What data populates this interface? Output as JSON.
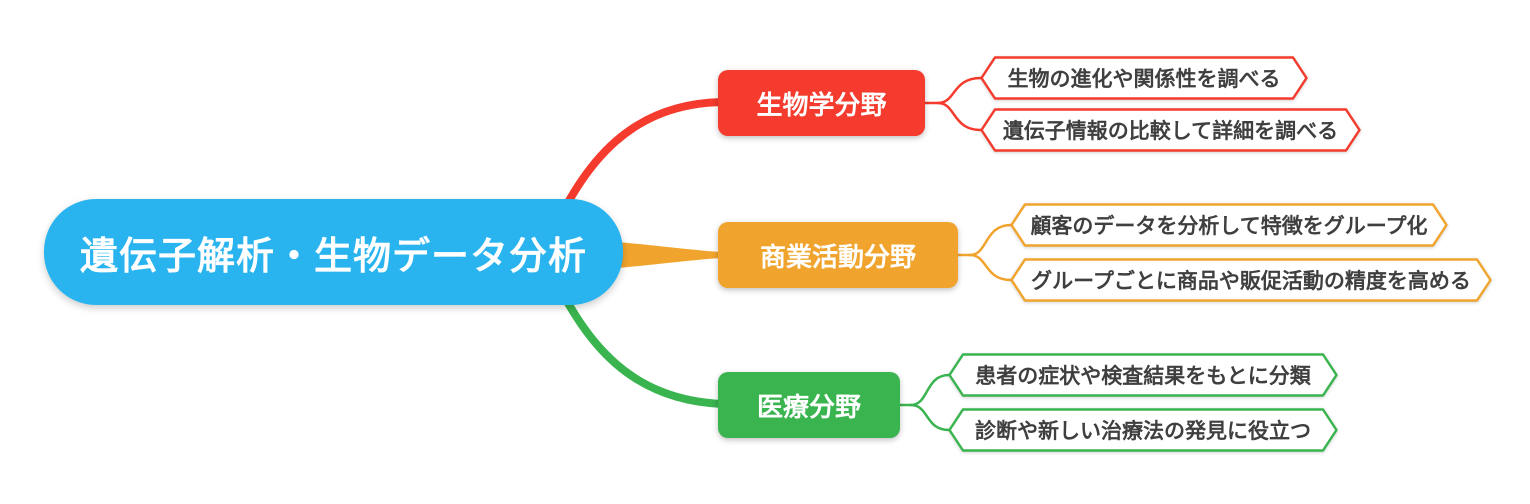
{
  "diagram": {
    "type": "mindmap",
    "background": "#ffffff",
    "text_color": "#3f3f3f",
    "root": {
      "label": "遺伝子解析・生物データ分析",
      "color": "#29b4f0",
      "text_color": "#ffffff"
    },
    "branches": [
      {
        "label": "生物学分野",
        "color": "#f43b2d",
        "children": [
          {
            "text": "生物の進化や関係性を調べる"
          },
          {
            "text": "遺伝子情報の比較して詳細を調べる"
          }
        ]
      },
      {
        "label": "商業活動分野",
        "color": "#f1a42d",
        "children": [
          {
            "text": "顧客のデータを分析して特徴をグループ化"
          },
          {
            "text": "グループごとに商品や販促活動の精度を高める"
          }
        ]
      },
      {
        "label": "医療分野",
        "color": "#3ab44f",
        "children": [
          {
            "text": "患者の症状や検査結果をもとに分類"
          },
          {
            "text": "診断や新しい治療法の発見に役立つ"
          }
        ]
      }
    ]
  }
}
